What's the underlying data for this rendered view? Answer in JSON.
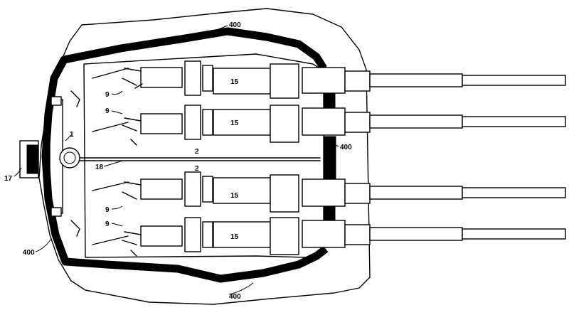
{
  "labels": {
    "shell_top": "400",
    "shell_right": "400",
    "shell_left": "400",
    "shell_bottom": "400",
    "item_1": "1",
    "item_17": "17",
    "item_18": "18",
    "item_2_upper": "2",
    "item_2_lower": "2",
    "item_9_a": "9",
    "item_9_b": "9",
    "item_9_c": "9",
    "item_9_d": "9",
    "item_15_a": "15",
    "item_15_b": "15",
    "item_15_c": "15",
    "item_15_d": "15"
  }
}
